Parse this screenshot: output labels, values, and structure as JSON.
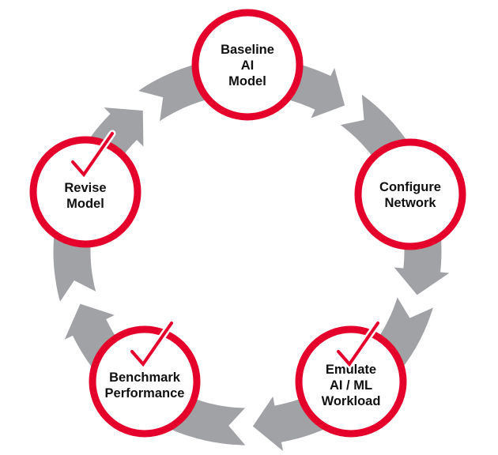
{
  "diagram": {
    "type": "cycle",
    "colors": {
      "ring": "#A0A2A5",
      "node_border": "#E4002B",
      "node_fill": "#FFFFFF",
      "check": "#E4002B",
      "text": "#111111"
    },
    "nodes": [
      {
        "id": "baseline",
        "lines": [
          "Baseline",
          "AI",
          "Model"
        ],
        "checked": false
      },
      {
        "id": "configure",
        "lines": [
          "Configure",
          "Network"
        ],
        "checked": false
      },
      {
        "id": "emulate",
        "lines": [
          "Emulate",
          "AI / ML",
          "Workload"
        ],
        "checked": true
      },
      {
        "id": "benchmark",
        "lines": [
          "Benchmark",
          "Performance"
        ],
        "checked": true
      },
      {
        "id": "revise",
        "lines": [
          "Revise",
          "Model"
        ],
        "checked": true
      }
    ],
    "flow": [
      {
        "from": "baseline",
        "to": "configure"
      },
      {
        "from": "configure",
        "to": "emulate"
      },
      {
        "from": "emulate",
        "to": "benchmark"
      },
      {
        "from": "benchmark",
        "to": "revise"
      },
      {
        "from": "revise",
        "to": "baseline"
      }
    ]
  }
}
